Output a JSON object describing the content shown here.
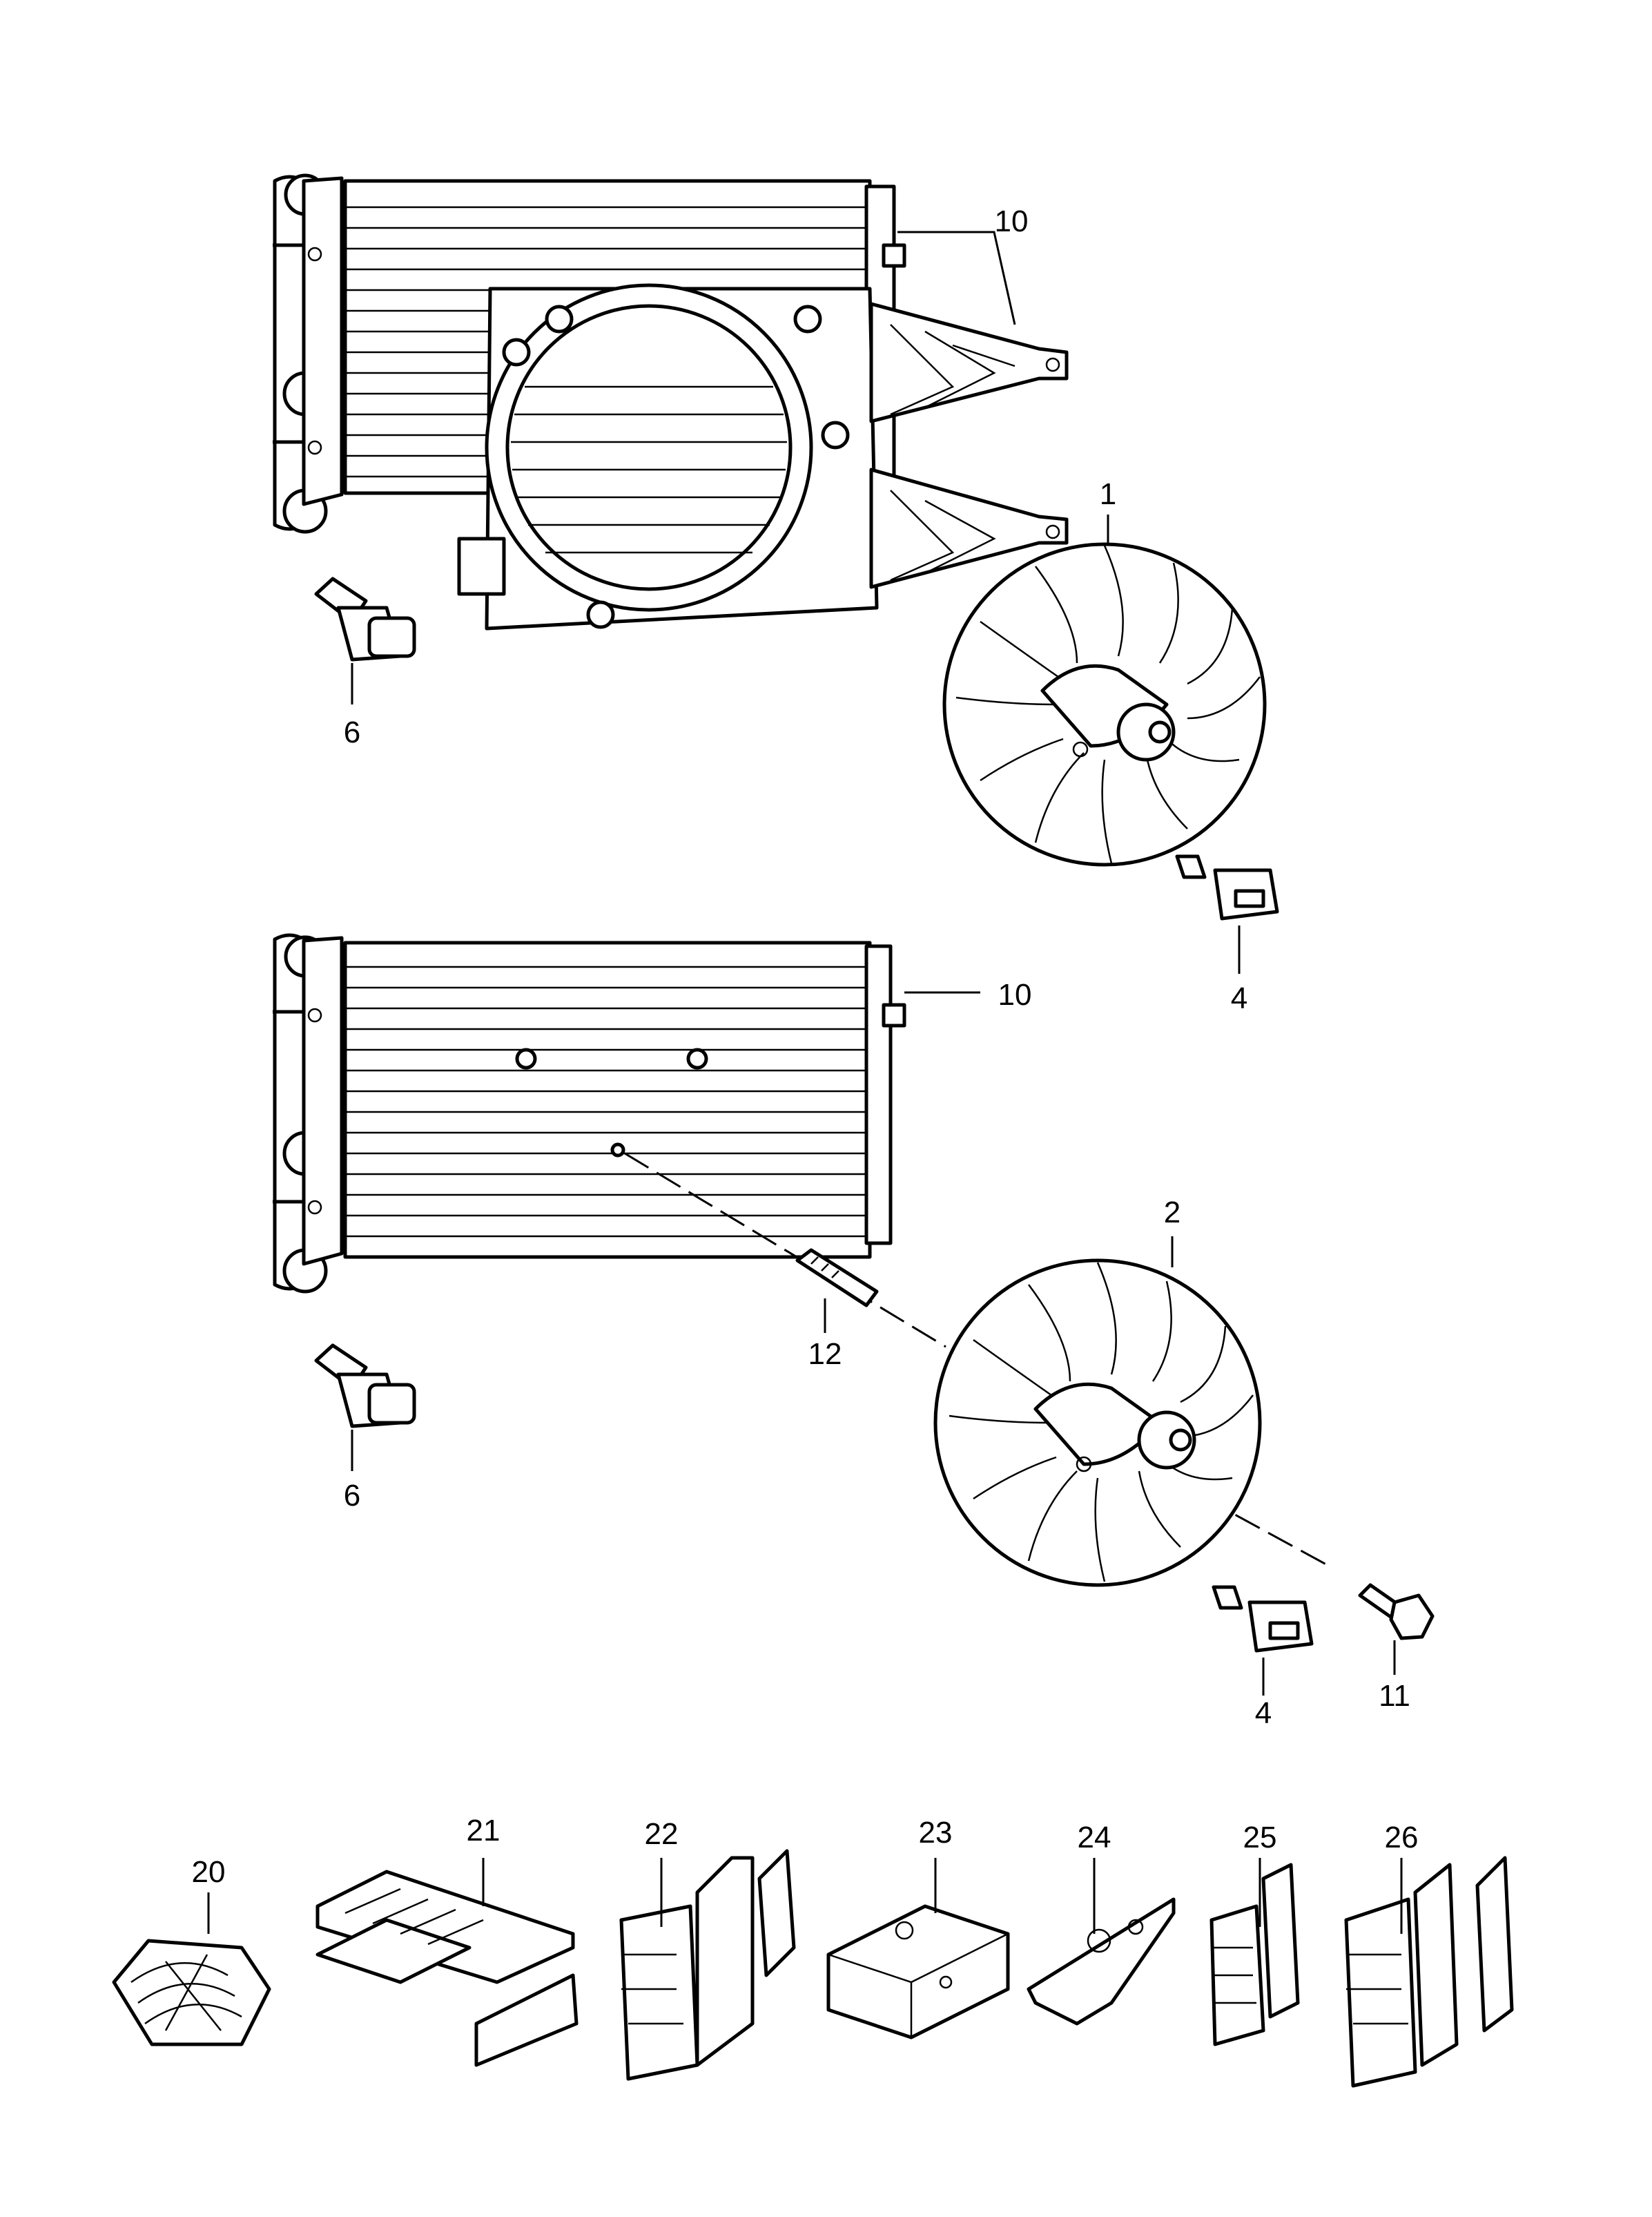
{
  "labels": {
    "fan_top": "1",
    "fan_bottom": "2",
    "connector_top": "4",
    "connector_bottom": "4",
    "sensor_top": "6",
    "sensor_bottom": "6",
    "radiator_top": "10",
    "radiator_bottom": "10",
    "screw": "11",
    "stud": "12",
    "clip_20": "20",
    "clip_21": "21",
    "clip_22": "22",
    "clip_23": "23",
    "clip_24": "24",
    "clip_25": "25",
    "clip_26": "26"
  }
}
